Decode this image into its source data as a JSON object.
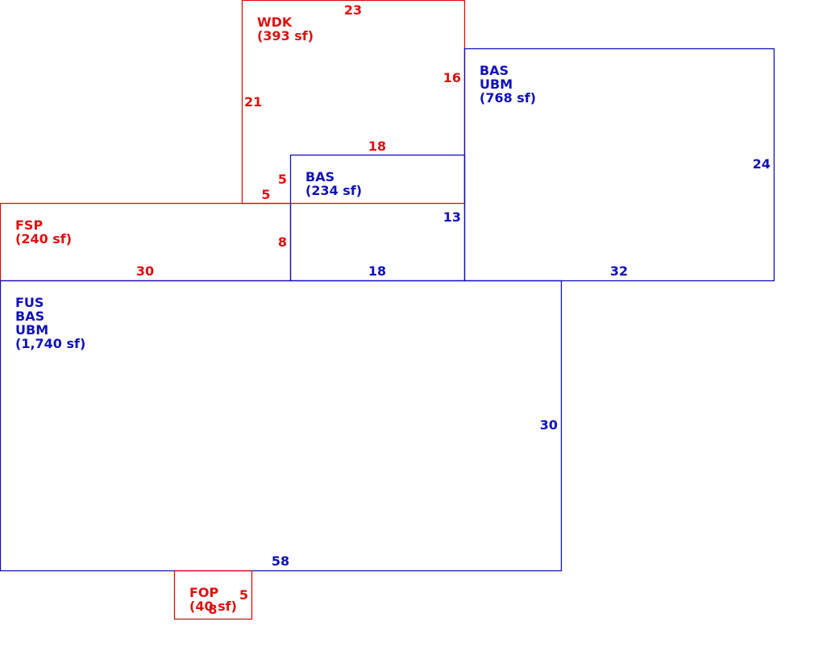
{
  "colors": {
    "red": "#dd1111",
    "blue": "#1111bb"
  },
  "areas": [
    {
      "id": "wdk",
      "color": "red",
      "label_lines": [
        "WDK",
        "(393 sf)"
      ],
      "dimensions": [
        "23",
        "16",
        "21",
        "18",
        "5",
        "5"
      ]
    },
    {
      "id": "bas-ubm-768",
      "color": "blue",
      "label_lines": [
        "BAS",
        "UBM",
        "(768 sf)"
      ],
      "dimensions": [
        "24",
        "32"
      ]
    },
    {
      "id": "bas-234",
      "color": "blue",
      "label_lines": [
        "BAS",
        "(234 sf)"
      ],
      "dimensions": [
        "13",
        "18"
      ]
    },
    {
      "id": "fsp",
      "color": "red",
      "label_lines": [
        "FSP",
        "(240 sf)"
      ],
      "dimensions": [
        "8",
        "30"
      ]
    },
    {
      "id": "fus-bas-ubm",
      "color": "blue",
      "label_lines": [
        "FUS",
        "BAS",
        "UBM",
        "(1,740 sf)"
      ],
      "dimensions": [
        "30",
        "58"
      ]
    },
    {
      "id": "fop",
      "color": "red",
      "label_lines": [
        "FOP",
        "(40 sf)"
      ],
      "dimensions": [
        "5",
        "8"
      ]
    }
  ]
}
